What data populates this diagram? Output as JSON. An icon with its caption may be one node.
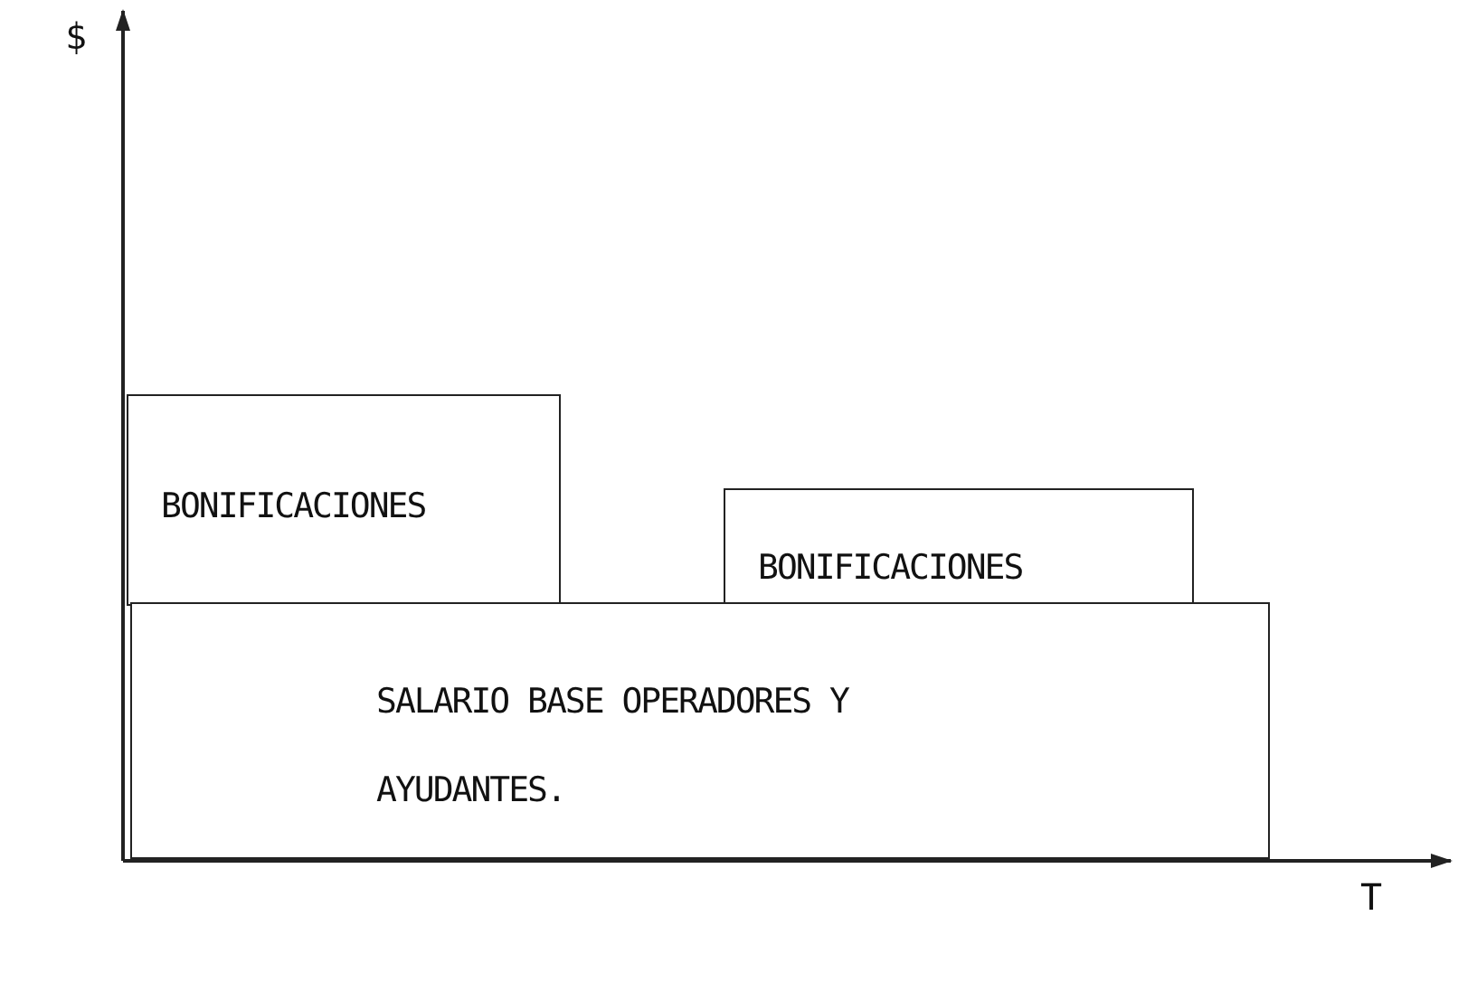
{
  "diagram": {
    "nodes": [
      {
        "text": [
          "BONIFICACIONES"
        ]
      },
      {
        "text": [
          "BONIFICACIONES"
        ]
      },
      {
        "text": [
          "SALARIO BASE OPERADORES Y AYUDANTES."
        ]
      }
    ],
    "labels": [
      "$",
      "T"
    ]
  }
}
